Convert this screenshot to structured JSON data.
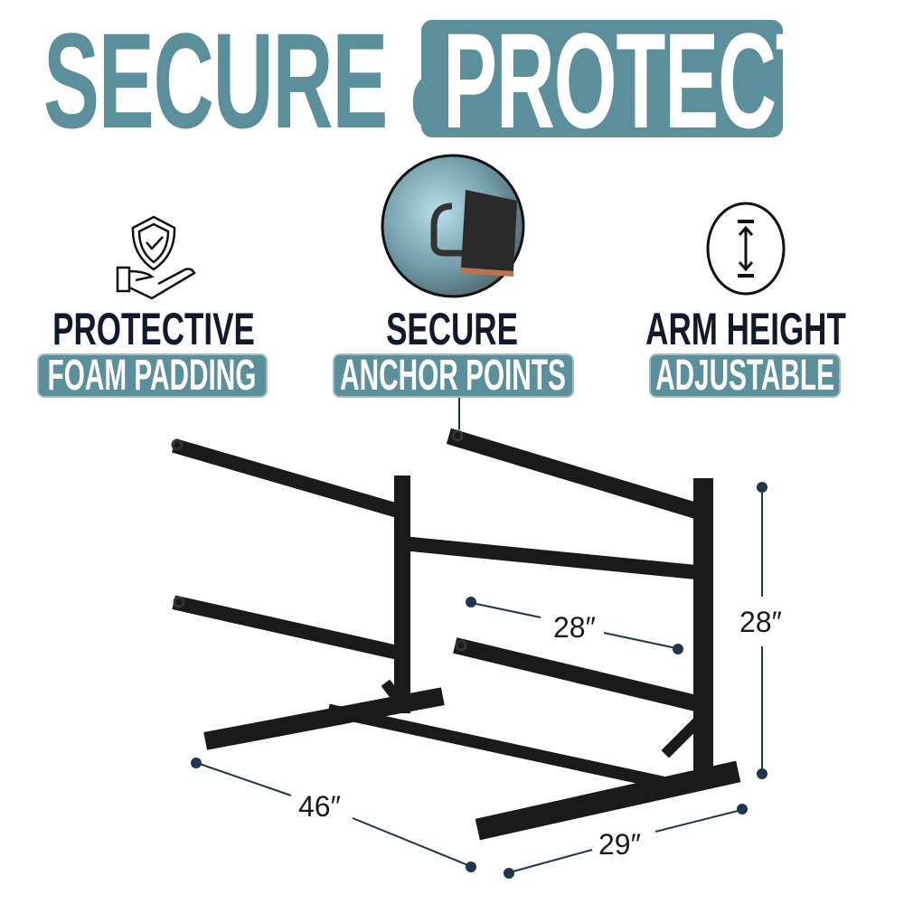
{
  "title": {
    "part1": "SECURE &",
    "part2": "PROTECT"
  },
  "features": [
    {
      "icon": "shield-hand-icon",
      "heading": "PROTECTIVE",
      "highlight": "FOAM PADDING"
    },
    {
      "icon": "anchor-point-photo",
      "heading": "SECURE",
      "highlight": "ANCHOR POINTS"
    },
    {
      "icon": "height-arrow-icon",
      "heading": "ARM HEIGHT",
      "highlight": "ADJUSTABLE"
    }
  ],
  "dimensions": {
    "arm_spacing": "28″",
    "height": "28″",
    "length": "46″",
    "width": "29″"
  },
  "colors": {
    "accent": "#5b8f9c",
    "text": "#111a2b",
    "dimension_line": "#1f3550"
  }
}
